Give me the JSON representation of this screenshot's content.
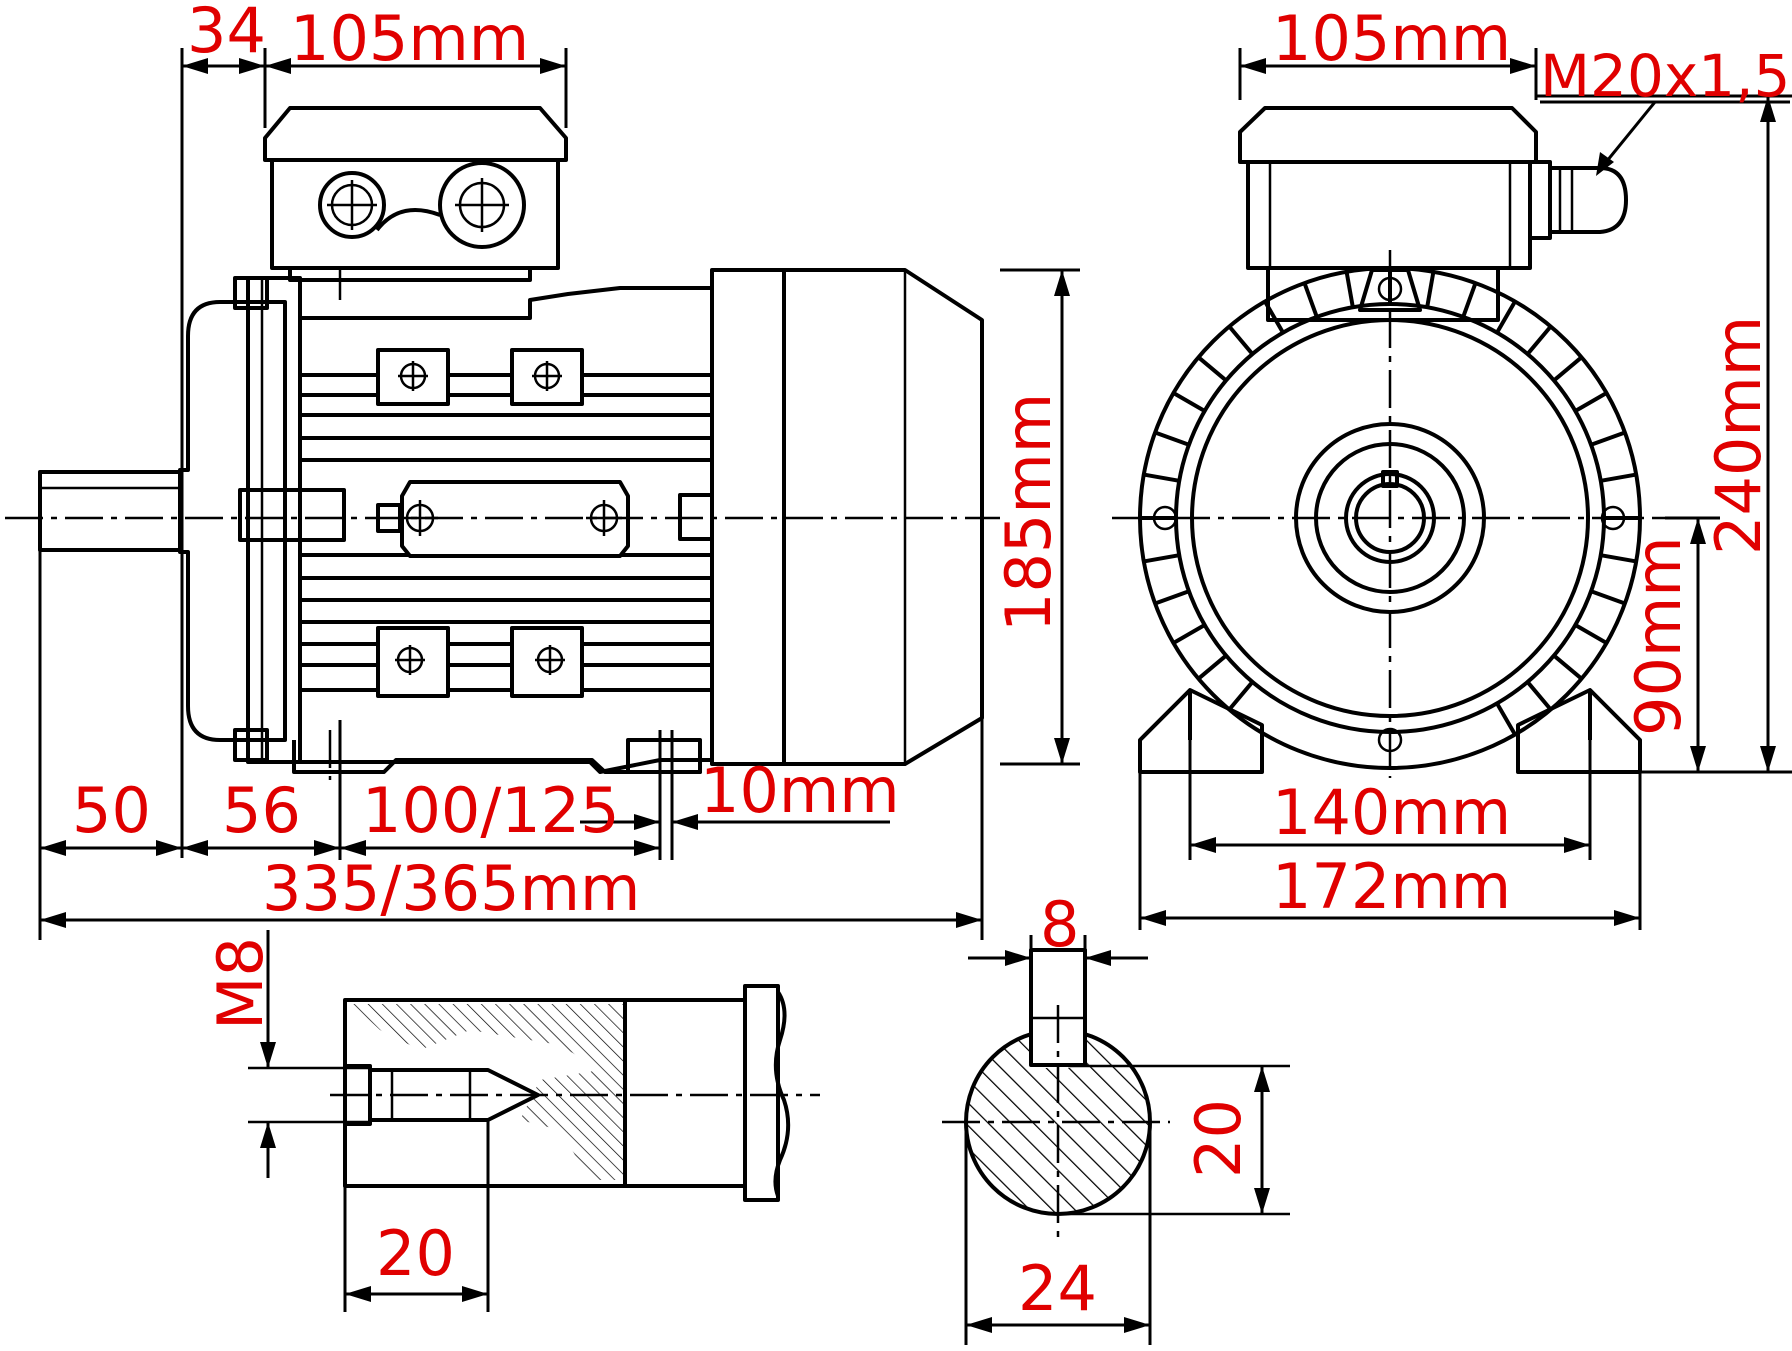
{
  "accent_color": "#e00000",
  "line_color": "#000000",
  "dimensions": {
    "terminal_offset": "34",
    "terminal_box_width_side": "105mm",
    "terminal_box_width_front": "105mm",
    "cable_gland": "M20x1,5",
    "overall_height": "240mm",
    "body_height": "185mm",
    "shaft_height": "90mm",
    "shaft_length": "50",
    "flange_to_foot": "56",
    "foot_spacing": "100/125",
    "foot_hole": "10mm",
    "overall_length": "335/365mm",
    "foot_hole_distance": "140mm",
    "foot_width": "172mm",
    "key_width": "8",
    "thread_size": "M8",
    "thread_depth": "20",
    "key_height": "20",
    "shaft_diameter": "24"
  }
}
